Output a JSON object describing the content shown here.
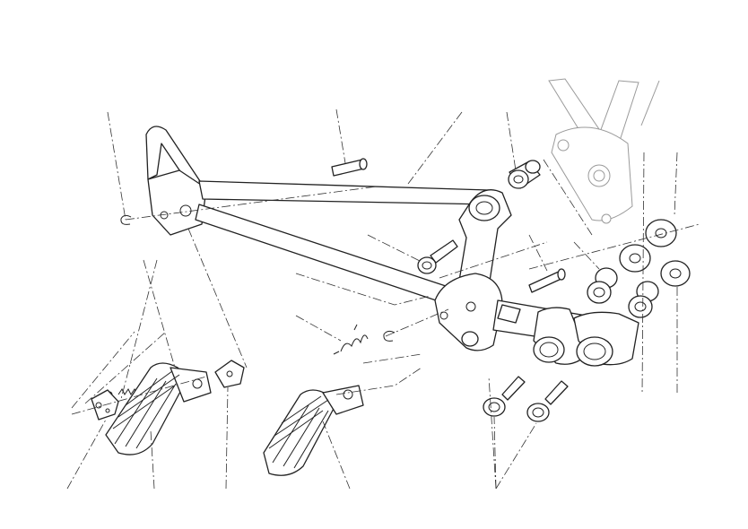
{
  "diagram": {
    "type": "exploded-view",
    "colors": {
      "line": "#222222",
      "ghost_line": "#9a9a9a",
      "background": "#ffffff"
    },
    "parts": [
      "left-bracket",
      "frame-ghost",
      "right-hanger",
      "pivot-bolt",
      "bolt-upper",
      "bolt-mid",
      "bolt-lower-1",
      "bolt-lower-2",
      "spacer-1",
      "spacer-2",
      "spacer-3",
      "washer-1",
      "washer-2",
      "washer-3",
      "clip-left",
      "clip-mid",
      "spring-left",
      "spring-right",
      "footpeg-left",
      "footpeg-right",
      "plate-left",
      "plate-right"
    ]
  }
}
